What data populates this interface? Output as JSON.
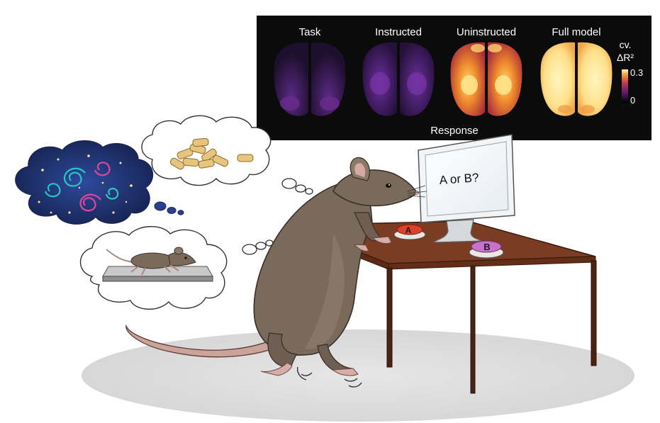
{
  "panel": {
    "titles": [
      "Task",
      "Instructed",
      "Uninstructed",
      "Full model"
    ],
    "colorbar": {
      "label_top": "cv.",
      "label_bottom": "ΔR²",
      "max": "0.3",
      "min": "0"
    },
    "footer": "Response",
    "colors": {
      "background": "#0b0b0b",
      "low": "#1e0a2e",
      "mid": "#c03a3a",
      "high": "#fff4b0"
    }
  },
  "monitor": {
    "text": "A or B?"
  },
  "buttons": {
    "a": "A",
    "b": "B",
    "a_color": "#d9432c",
    "b_color": "#c771c9"
  },
  "thoughts": [
    "pellets",
    "swirls",
    "running-mouse"
  ]
}
